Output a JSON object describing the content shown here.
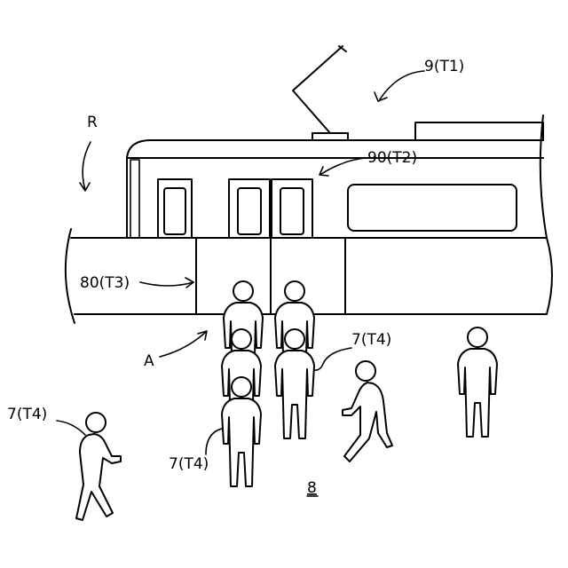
{
  "labels": {
    "train": "9(T1)",
    "door": "90(T2)",
    "platform_door": "80(T3)",
    "region": "R",
    "area": "A",
    "person_top": "7(T4)",
    "person_left": "7(T4)",
    "person_mid": "7(T4)",
    "platform": "8"
  },
  "colors": {
    "line": "#000000",
    "background": "#ffffff"
  }
}
